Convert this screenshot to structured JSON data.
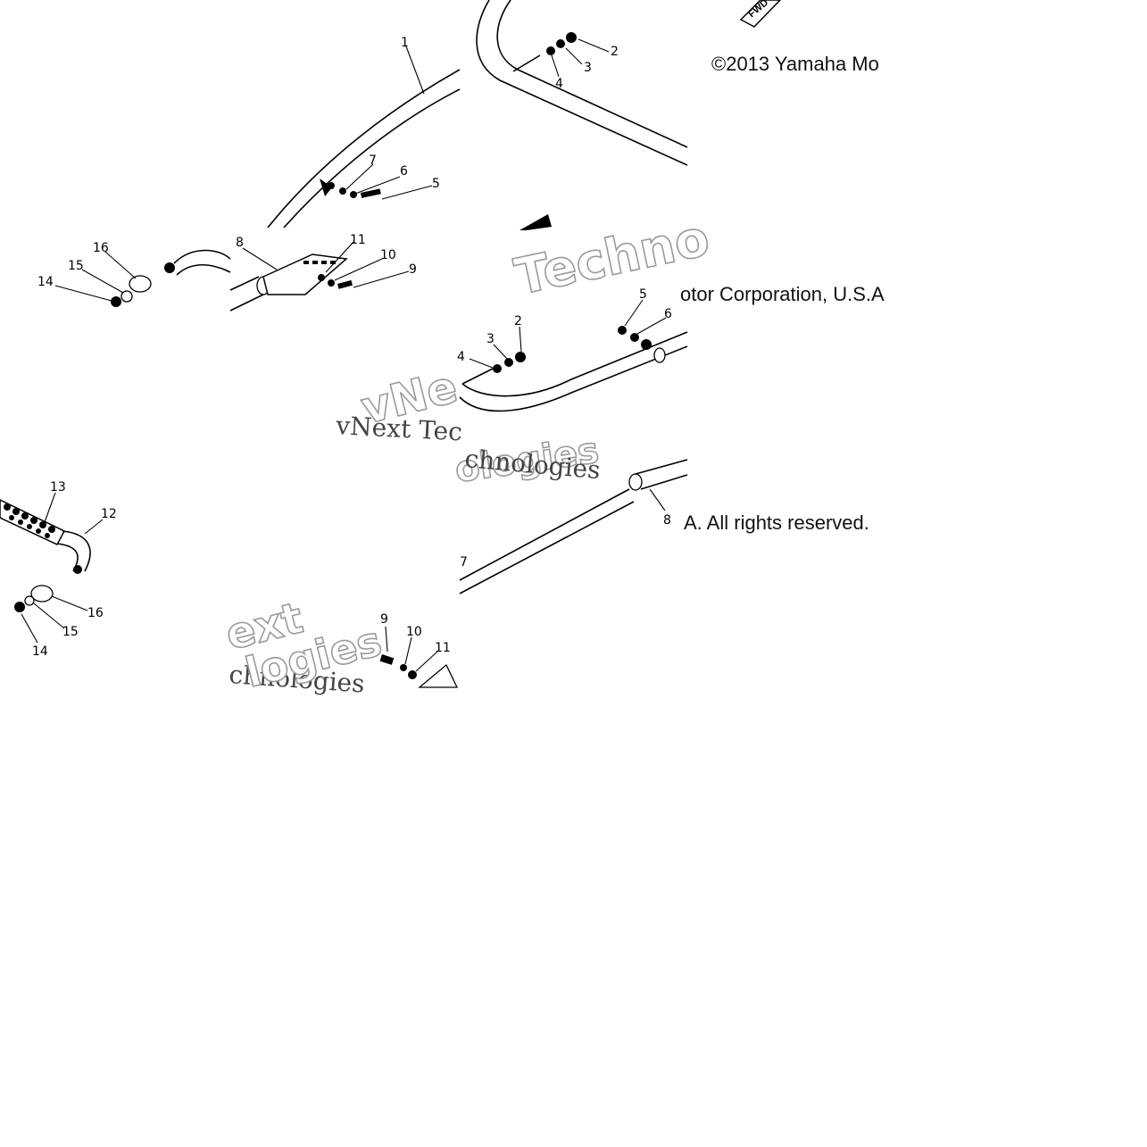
{
  "copyright": {
    "line1": "©2013 Yamaha Mo",
    "line2": "otor Corporation, U.S.A",
    "line3": "A. All rights reserved."
  },
  "watermarks": {
    "tile_top": "Techno",
    "tile_mid_a": "vNe",
    "tile_mid_b": "vNext Tec",
    "tile_mid_c": "ologies",
    "tile_mid_d": "chnologies",
    "tile_bottom_a": "ext",
    "tile_bottom_b": "chnologies",
    "tile_bottom_c": "logies"
  },
  "fwd_label": "FWD",
  "callouts": {
    "tile_top_left": [
      "1",
      "7",
      "6",
      "5"
    ],
    "tile_top_right": [
      "2",
      "3",
      "4"
    ],
    "tile_left_mid": [
      "16",
      "15",
      "14"
    ],
    "tile_center_mid": [
      "8",
      "11",
      "10",
      "9"
    ],
    "tile_right_mid": [
      "5",
      "6",
      "2",
      "3",
      "4"
    ],
    "tile_right_lower": [
      "8",
      "7"
    ],
    "tile_left_lower": [
      "13",
      "12",
      "16",
      "15",
      "14"
    ],
    "tile_bottom_center": [
      "9",
      "10",
      "11"
    ]
  }
}
